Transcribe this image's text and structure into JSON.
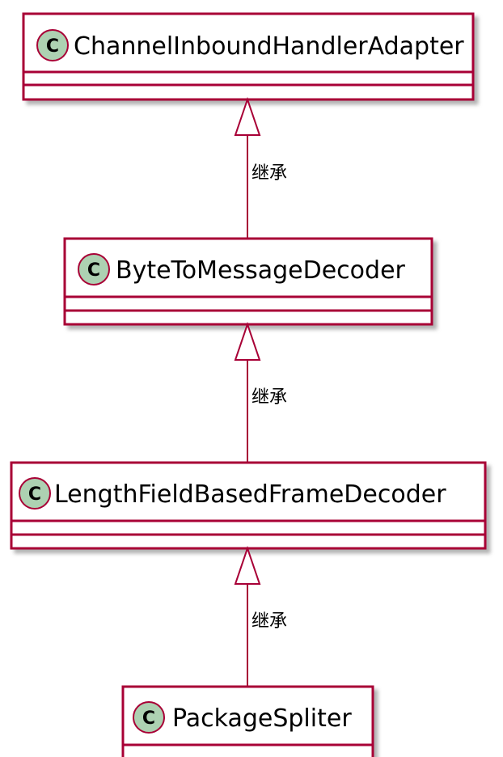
{
  "diagram": {
    "type": "uml-class-diagram",
    "colors": {
      "border": "#A80036",
      "class_fill": "#FFFFFF",
      "stereotype_circle": "#ADD1B2",
      "shadow": "#AAAAAA",
      "text": "#000000"
    },
    "stereotype_letter": "C",
    "classes": [
      {
        "id": "channel-inbound-handler-adapter",
        "name": "ChannelInboundHandlerAdapter"
      },
      {
        "id": "byte-to-message-decoder",
        "name": "ByteToMessageDecoder"
      },
      {
        "id": "length-field-based-frame-decoder",
        "name": "LengthFieldBasedFrameDecoder"
      },
      {
        "id": "package-spliter",
        "name": "PackageSpliter"
      }
    ],
    "relations": [
      {
        "type": "inheritance",
        "from": "byte-to-message-decoder",
        "to": "channel-inbound-handler-adapter",
        "label": "继承"
      },
      {
        "type": "inheritance",
        "from": "length-field-based-frame-decoder",
        "to": "byte-to-message-decoder",
        "label": "继承"
      },
      {
        "type": "inheritance",
        "from": "package-spliter",
        "to": "length-field-based-frame-decoder",
        "label": "继承"
      }
    ]
  }
}
